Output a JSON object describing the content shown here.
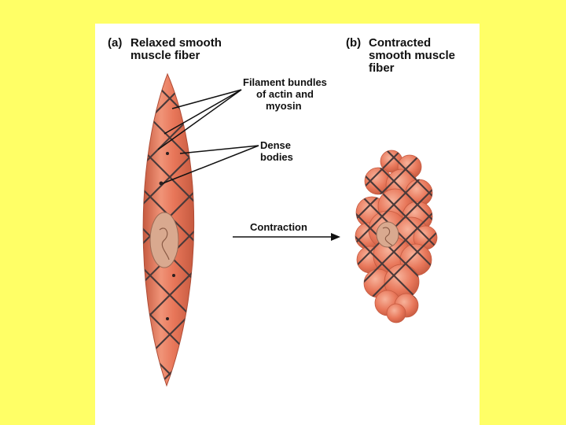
{
  "figure": {
    "panel_a": {
      "letter": "(a)",
      "title_line1": "Relaxed smooth",
      "title_line2": "muscle fiber"
    },
    "panel_b": {
      "letter": "(b)",
      "title_line1": "Contracted",
      "title_line2": "smooth muscle",
      "title_line3": "fiber"
    },
    "labels": {
      "filament_line1": "Filament bundles",
      "filament_line2": "of actin and",
      "filament_line3": "myosin",
      "dense_line1": "Dense",
      "dense_line2": "bodies",
      "contraction": "Contraction"
    }
  },
  "colors": {
    "background": "#ffff66",
    "panel": "#ffffff",
    "cell_fill": "#e8775a",
    "cell_highlight": "#f4a287",
    "cell_shadow": "#c65a40",
    "filament": "#4a3a3a",
    "nucleus": "#d9a98f"
  }
}
